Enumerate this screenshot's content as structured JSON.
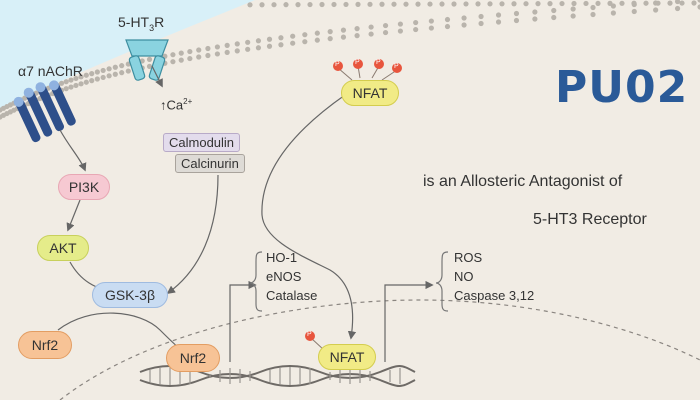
{
  "receptors": {
    "ht3r": {
      "prefix": "5-HT",
      "sub": "3",
      "suffix": "R"
    },
    "a7": "α7 nAChR"
  },
  "ca": {
    "arrow": "↑",
    "label": "Ca",
    "sup": "2+"
  },
  "nodes": {
    "calmodulin": "Calmodulin",
    "calcineurin": "Calcinurin",
    "pi3k": "PI3K",
    "akt": "AKT",
    "gsk3b": "GSK-3β",
    "nrf2_left": "Nrf2",
    "nrf2_nuc": "Nrf2",
    "nfat_top": "NFAT",
    "nfat_nuc": "NFAT",
    "phospho": "P"
  },
  "targets": {
    "group1": [
      "HO-1",
      "eNOS",
      "Catalase"
    ],
    "group2": [
      "ROS",
      "NO",
      "Caspase 3,12"
    ]
  },
  "title": "PU02",
  "subtitle_line1": "is an Allosteric Antagonist of",
  "subtitle_line2": "5-HT3 Receptor",
  "colors": {
    "background": "#f1ece4",
    "extracellular": "#d8f0f8",
    "membrane_dots": "#b9b4ac",
    "title": "#2a5a98",
    "pi3k": "#f6c9d2",
    "akt": "#e5ec8a",
    "gsk3b": "#c9dcf2",
    "nrf2": "#f7c396",
    "nfat": "#f1eb86",
    "phospho": "#e8553d",
    "receptor_blue": "#2e4f8a",
    "receptor_teal": "#8ad3e0"
  }
}
